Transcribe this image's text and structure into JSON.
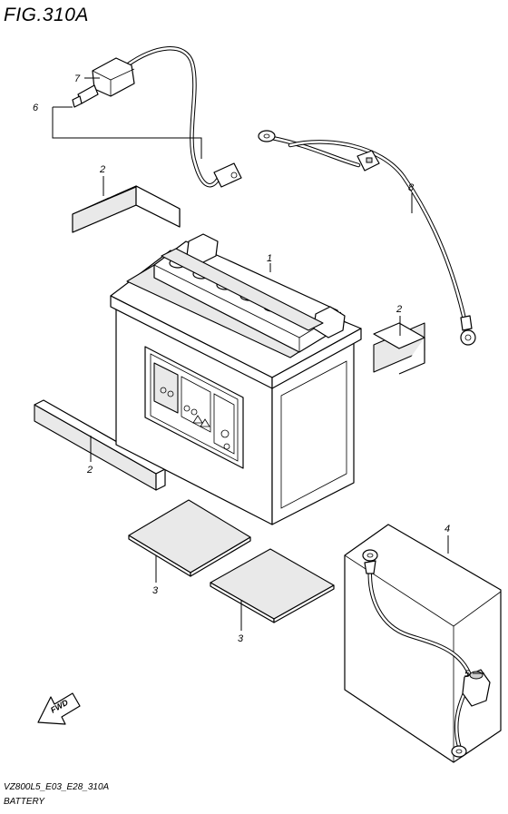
{
  "figure": {
    "title": "FIG.310A",
    "model_code": "VZ800L5_E03_E28_310A",
    "section_name": "BATTERY",
    "direction_label": "FWD"
  },
  "callouts": [
    {
      "id": "c1",
      "number": "1",
      "part": "battery"
    },
    {
      "id": "c2a",
      "number": "2",
      "part": "spacer-upper-left"
    },
    {
      "id": "c2b",
      "number": "2",
      "part": "spacer-right"
    },
    {
      "id": "c2c",
      "number": "2",
      "part": "spacer-lower-left"
    },
    {
      "id": "c3a",
      "number": "3",
      "part": "pad-left"
    },
    {
      "id": "c3b",
      "number": "3",
      "part": "pad-right"
    },
    {
      "id": "c4",
      "number": "4",
      "part": "battery-case-with-lead"
    },
    {
      "id": "c5",
      "number": "5",
      "part": "terminal-cap"
    },
    {
      "id": "c6",
      "number": "6",
      "part": "lead-wire-assembly"
    },
    {
      "id": "c7",
      "number": "7",
      "part": "connector-cap"
    },
    {
      "id": "c8",
      "number": "8",
      "part": "ground-lead-wire"
    }
  ],
  "icons": {
    "fwd_arrow": "fwd-arrow-icon"
  }
}
